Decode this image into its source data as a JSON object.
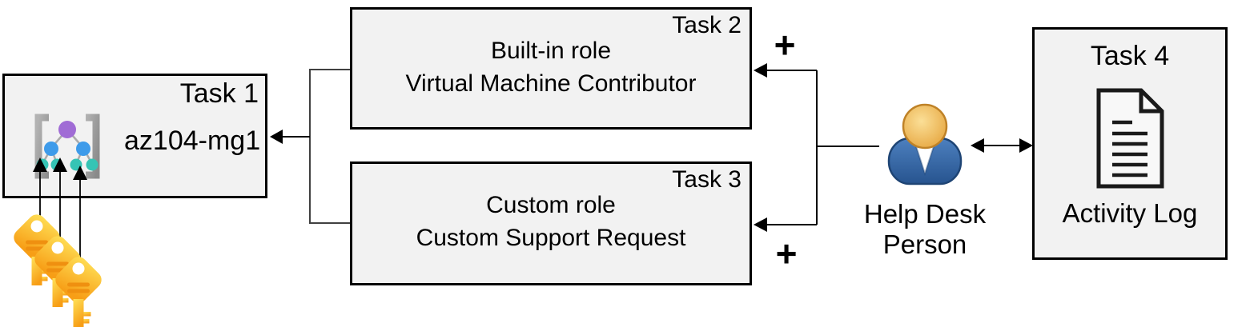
{
  "diagram": {
    "task1": {
      "label": "Task 1",
      "name": "az104-mg1",
      "icon": "management-group-icon"
    },
    "task2": {
      "label": "Task 2",
      "line1": "Built-in role",
      "line2": "Virtual Machine Contributor"
    },
    "task3": {
      "label": "Task 3",
      "line1": "Custom role",
      "line2": "Custom Support Request"
    },
    "task4": {
      "label": "Task 4",
      "caption": "Activity Log",
      "icon": "document-icon"
    },
    "person": {
      "label": "Help Desk Person",
      "icon": "person-icon"
    },
    "plus_top": "+",
    "plus_bottom": "+",
    "keys_count": 3
  },
  "colors": {
    "text": "#000000",
    "box_fill": "#F2F2F2",
    "box_border": "#000000",
    "line_black": "#000000",
    "line_gray": "#404040",
    "key_gold_light": "#FFE158",
    "key_gold_dark": "#F79E16",
    "key_stripe": "#EF9010",
    "mg_bracket_light": "#B3B3B3",
    "mg_bracket_dark": "#8A8A8A",
    "mg_edge": "#ABABAB",
    "mg_purple": "#A06CD5",
    "mg_blue": "#3E9BEA",
    "mg_teal": "#35C4B5",
    "person_head_light": "#FBDF97",
    "person_head": "#E5A33B",
    "person_head_ring": "#BF8227",
    "person_body_light": "#4D80BF",
    "person_body_dark": "#27548F",
    "person_body_ring": "#1E4474",
    "doc_fill": "#F8F8F8",
    "doc_stroke": "#1A1A1A"
  }
}
